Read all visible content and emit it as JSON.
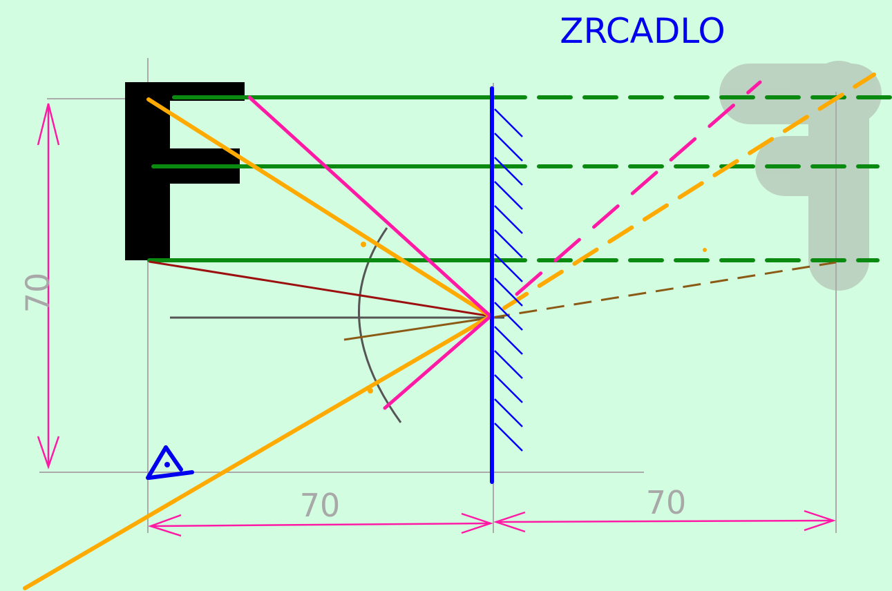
{
  "title": "ZRCADLO",
  "dimensions": {
    "object_height": "70",
    "object_distance": "70",
    "image_distance": "70"
  },
  "colors": {
    "background": "#d3fde0",
    "mirror": "#0000ff",
    "object_letter": "#000000",
    "green_rays": "#0a8a10",
    "magenta_rays": "#ff1aa6",
    "orange_rays": "#ffaa00",
    "dark_red_ray": "#9b0f0f",
    "brown_ray": "#8b5a14",
    "dimension_lines": "#ff1aa6",
    "guide_lines": "#aaaaaa",
    "dimension_text": "#a8a8a8",
    "virtual_image": "#b4b4b4",
    "eye": "#0000ee"
  },
  "icons": {
    "eye": "eye-icon",
    "object": "letter-f-object"
  }
}
